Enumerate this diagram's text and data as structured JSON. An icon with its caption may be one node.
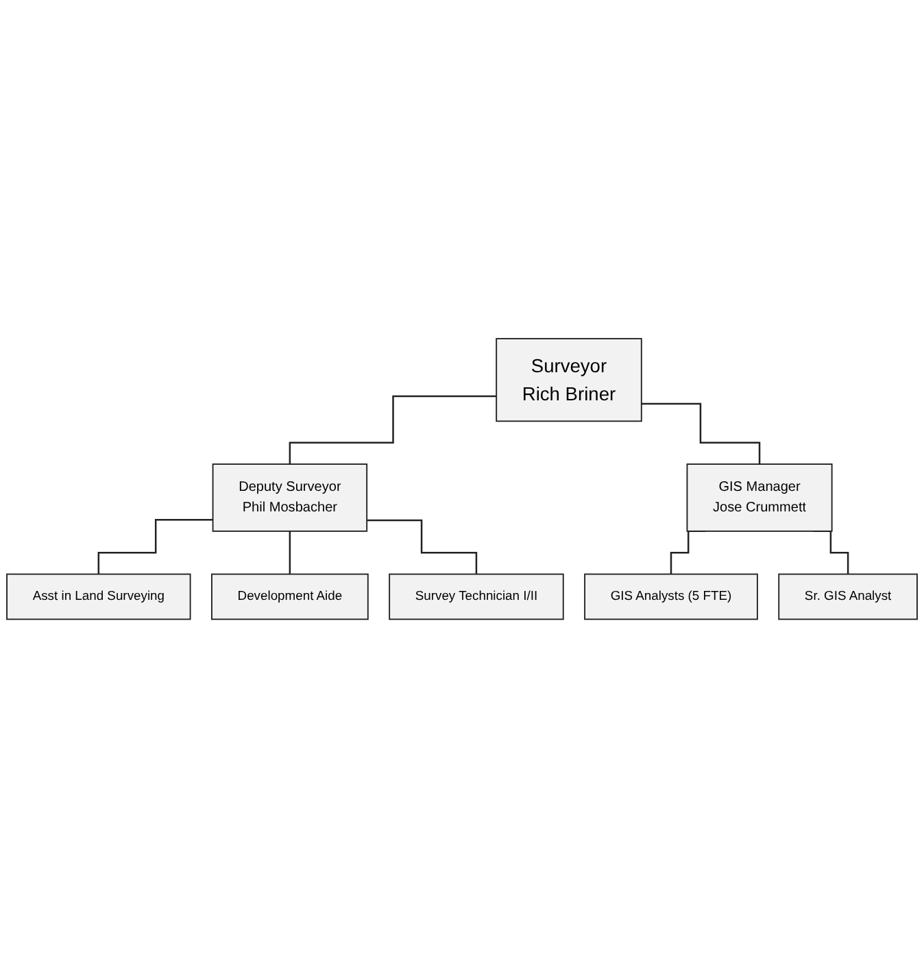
{
  "diagram": {
    "nodes": [
      {
        "text": [
          "Surveyor",
          "Rich Briner"
        ]
      },
      {
        "text": [
          "Deputy Surveyor",
          "Phil Mosbacher"
        ]
      },
      {
        "text": [
          "GIS Manager",
          "Jose Crummett"
        ]
      },
      {
        "text": [
          "Asst in Land Surveying"
        ]
      },
      {
        "text": [
          "Development Aide"
        ]
      },
      {
        "text": [
          "Survey Technician I/II"
        ]
      },
      {
        "text": [
          "GIS Analysts (5 FTE)"
        ]
      },
      {
        "text": [
          "Sr. GIS Analyst"
        ]
      }
    ],
    "edges": [
      {
        "from": 0,
        "to": 1,
        "arrow": "none"
      },
      {
        "from": 0,
        "to": 2,
        "arrow": "none"
      },
      {
        "from": 1,
        "to": 3,
        "arrow": "none"
      },
      {
        "from": 1,
        "to": 4,
        "arrow": "none"
      },
      {
        "from": 1,
        "to": 5,
        "arrow": "none"
      },
      {
        "from": 2,
        "to": 6,
        "arrow": "none"
      },
      {
        "from": 2,
        "to": 7,
        "arrow": "none"
      }
    ]
  }
}
